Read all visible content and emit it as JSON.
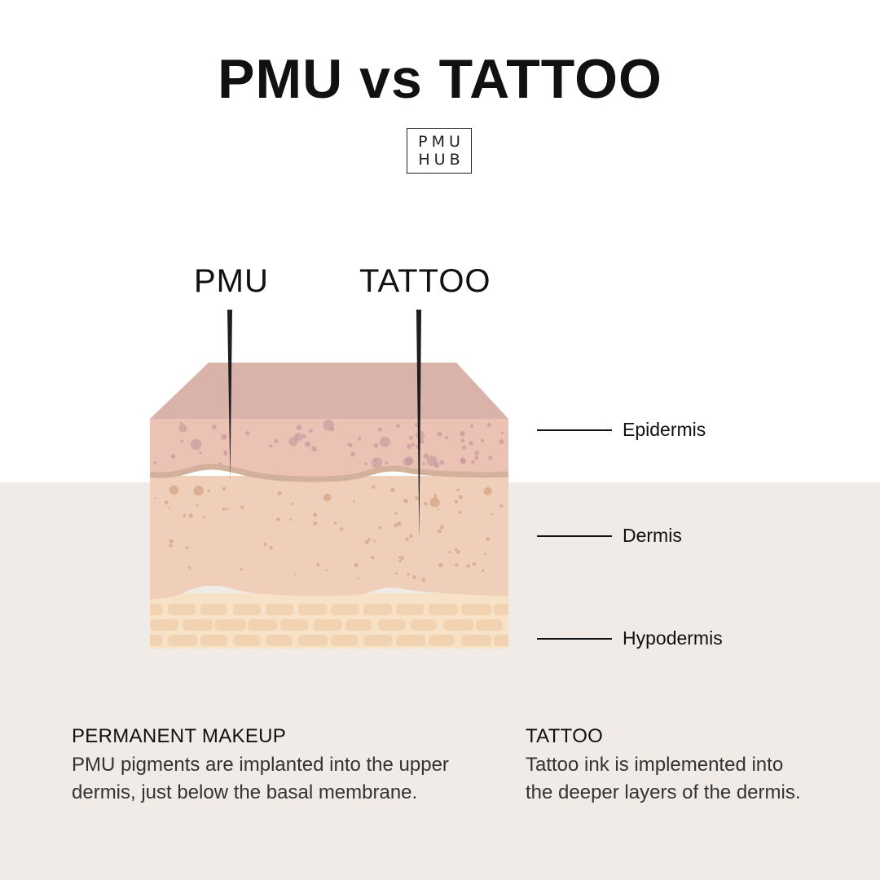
{
  "title": "PMU vs TATTOO",
  "logo": {
    "line1": "PMU",
    "line2": "HUB"
  },
  "needles": {
    "pmu_label": "PMU",
    "tattoo_label": "TATTOO"
  },
  "layers": {
    "epidermis": "Epidermis",
    "dermis": "Dermis",
    "hypodermis": "Hypodermis"
  },
  "descriptions": {
    "pmu": {
      "heading": "PERMANENT MAKEUP",
      "line1": "PMU pigments are implanted into the upper",
      "line2": "dermis, just below the basal membrane."
    },
    "tattoo": {
      "heading": "TATTOO",
      "line1": "Tattoo ink is implemented into",
      "line2": "the deeper layers of the dermis."
    }
  },
  "colors": {
    "skin_top": "#d9b3a9",
    "epidermis": "#ecc2b4",
    "basal_membrane": "#d2b09c",
    "dermis": "#efcfb9",
    "hypodermis": "#f7e2c8",
    "fat_cells": "#f1d3b1",
    "bottom_background": "#f0ebe7"
  }
}
